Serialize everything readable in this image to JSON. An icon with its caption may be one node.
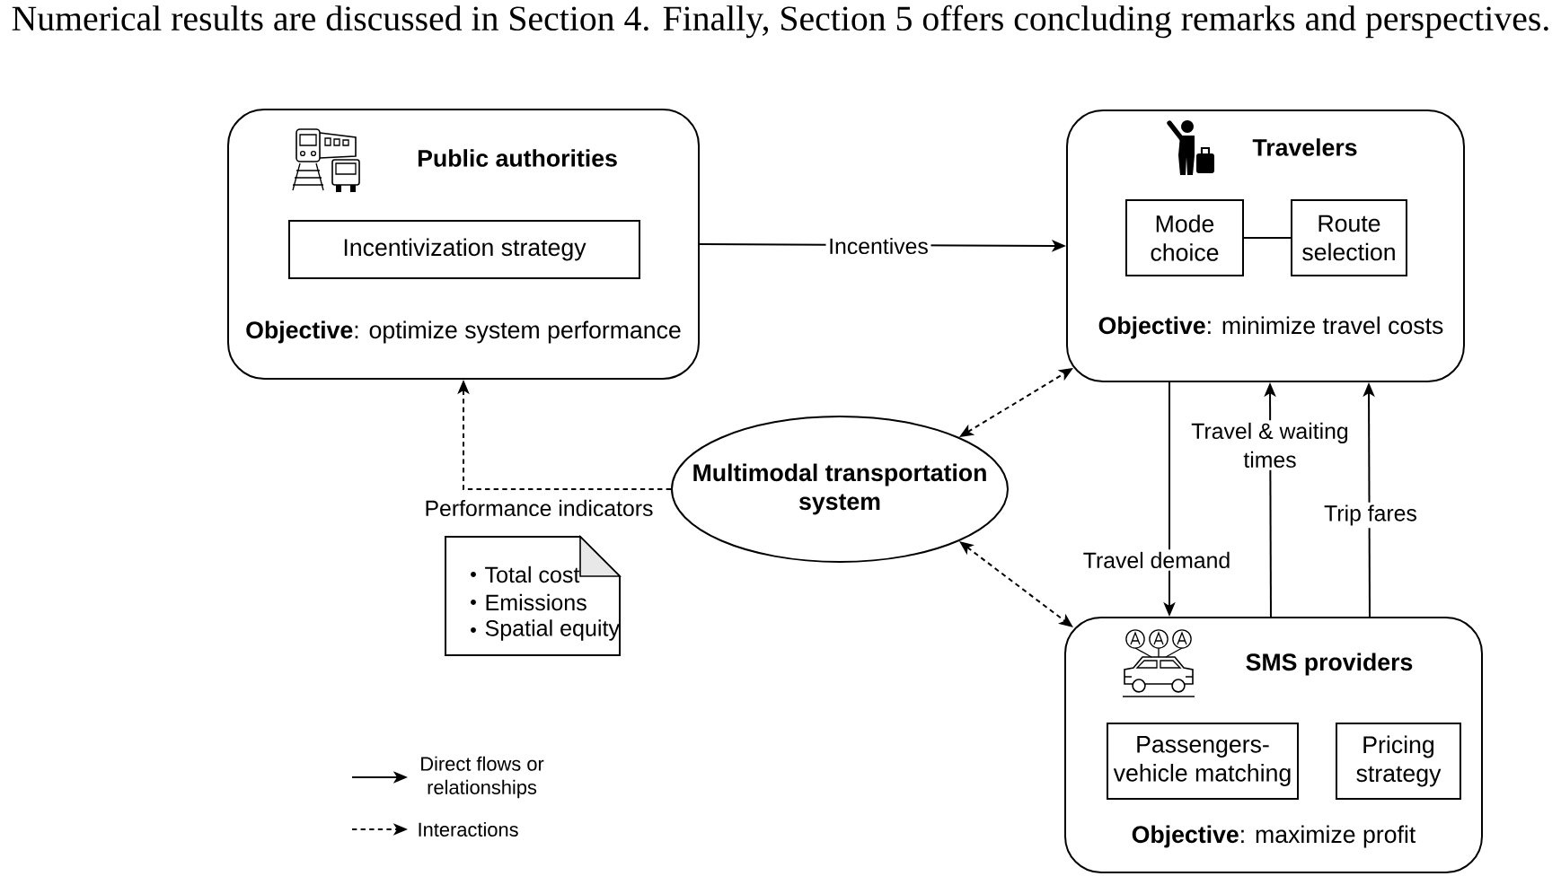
{
  "diagram": {
    "nodes": [
      {
        "text": [
          "Public authorities",
          "**Objective**: optimize system performance"
        ]
      },
      {
        "text": [
          "Incentivization strategy"
        ],
        "in": 0
      },
      {
        "text": [
          "Travelers",
          "**Objective**: minimize travel costs"
        ]
      },
      {
        "text": [
          "Mode choice"
        ],
        "in": 2
      },
      {
        "text": [
          "Route selection"
        ],
        "in": 2
      },
      {
        "text": [
          "Multimodal transportation system"
        ]
      },
      {
        "text": [
          "SMS providers",
          "**Objective**: maximize profit"
        ]
      },
      {
        "text": [
          "Passengers- vehicle matching"
        ],
        "in": 6
      },
      {
        "text": [
          "Pricing strategy"
        ],
        "in": 6
      },
      {
        "text": [
          "Total cost",
          "Emissions",
          "Spatial equity"
        ]
      }
    ],
    "edges": [
      {
        "from": 0,
        "to": 2,
        "arrow": "to",
        "label": "Incentives"
      },
      {
        "from": 3,
        "to": 4,
        "arrow": "none"
      },
      {
        "from": 5,
        "to": 0,
        "arrow": "to",
        "style": "dashed",
        "label": "Performance indicators"
      },
      {
        "from": 5,
        "to": 2,
        "arrow": "both",
        "style": "dashed"
      },
      {
        "from": 5,
        "to": 6,
        "arrow": "both",
        "style": "dashed"
      },
      {
        "from": 2,
        "to": 6,
        "arrow": "to",
        "label": "Travel demand"
      },
      {
        "from": 6,
        "to": 2,
        "arrow": "to",
        "label": "Travel & waiting times"
      },
      {
        "from": 6,
        "to": 2,
        "arrow": "to",
        "label": "Trip fares"
      }
    ],
    "labels": [
      "Numerical results are discussed in Section 4. Finally, Section 5 offers concluding remarks and perspectives."
    ],
    "legend": [
      {
        "text": "Direct flows or relationships"
      },
      {
        "text": "Interactions"
      }
    ]
  }
}
